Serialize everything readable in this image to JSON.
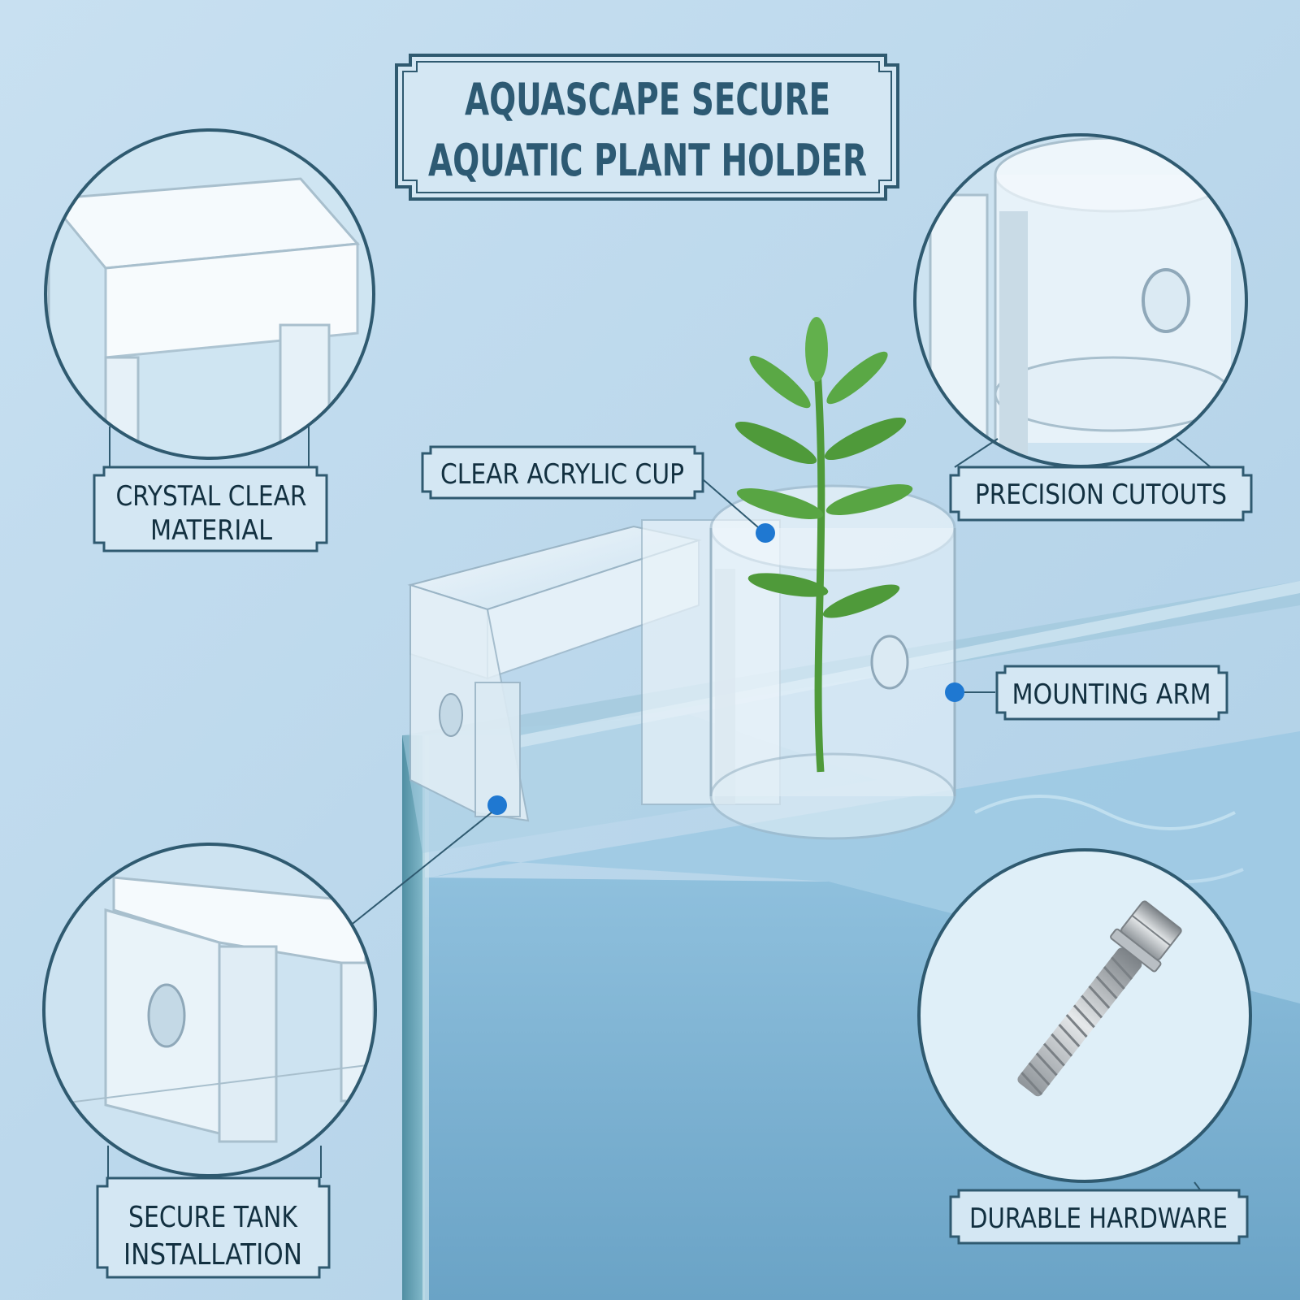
{
  "title": {
    "line1": "AQUASCAPE SECURE",
    "line2": "AQUATIC PLANT HOLDER"
  },
  "callouts": {
    "crystal_clear": {
      "line1": "CRYSTAL CLEAR",
      "line2": "MATERIAL"
    },
    "precision_cutouts": "PRECISION CUTOUTS",
    "clear_acrylic_cup": "CLEAR ACRYLIC CUP",
    "mounting_arm": "MOUNTING ARM",
    "secure_tank": {
      "line1": "SECURE TANK",
      "line2": "INSTALLATION"
    },
    "durable_hardware": "DURABLE HARDWARE"
  },
  "colors": {
    "background": "#bcd8ec",
    "frame": "#2f5a70",
    "title": "#2d5a73",
    "label_text": "#123040",
    "marker": "#1f78d1",
    "water": "#7fb3d3",
    "glass": "#5d9bb0",
    "plant": "#4f9a3a"
  }
}
